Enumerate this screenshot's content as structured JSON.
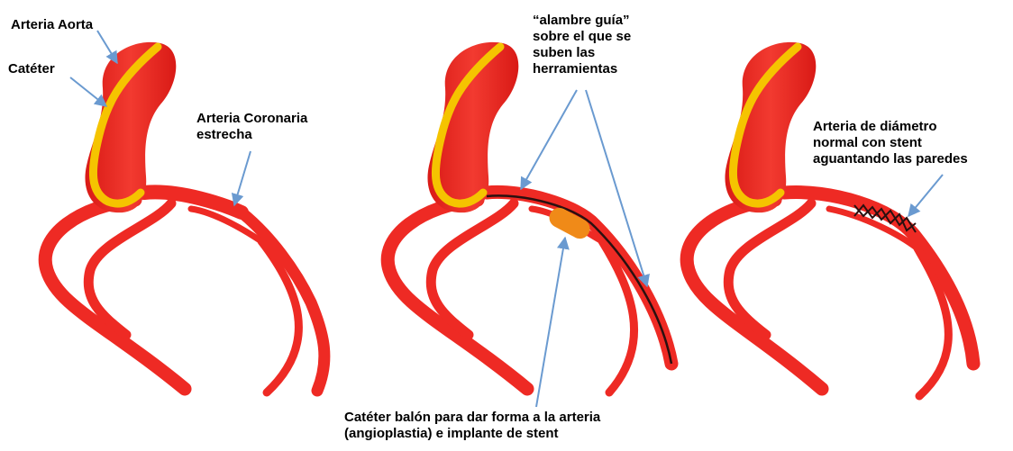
{
  "labels": {
    "aorta": "Arteria Aorta",
    "cateter": "Catéter",
    "coronaria": [
      "Arteria Coronaria",
      "estrecha"
    ],
    "guide": [
      "“alambre guía”",
      "sobre el que se",
      "suben las",
      "herramientas"
    ],
    "normal": [
      "Arteria de diámetro",
      "normal con stent",
      "aguantando las paredes"
    ],
    "balloon": [
      "Catéter balón para dar forma a la arteria",
      "(angioplastia) e implante de stent"
    ]
  },
  "colors": {
    "artery": "#ee2a24",
    "artery_dark": "#c81814",
    "catheter": "#f5c400",
    "balloon": "#f08a18",
    "arrow": "#6a9ad0",
    "wire": "#2a1010"
  }
}
